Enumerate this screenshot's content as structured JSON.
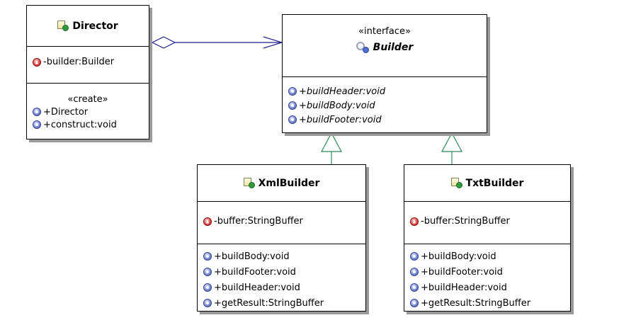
{
  "director": {
    "name": "Director",
    "attributes": [
      {
        "visibility": "private",
        "text": "-builder:Builder"
      }
    ],
    "stereotype": "«create»",
    "operations": [
      {
        "visibility": "public",
        "text": "+Director"
      },
      {
        "visibility": "public",
        "text": "+construct:void"
      }
    ]
  },
  "builder": {
    "stereotype": "«interface»",
    "name": "Builder",
    "operations": [
      {
        "visibility": "public",
        "text": "+buildHeader:void"
      },
      {
        "visibility": "public",
        "text": "+buildBody:void"
      },
      {
        "visibility": "public",
        "text": "+buildFooter:void"
      }
    ]
  },
  "xml_builder": {
    "name": "XmlBuilder",
    "attributes": [
      {
        "visibility": "private",
        "text": "-buffer:StringBuffer"
      }
    ],
    "operations": [
      {
        "visibility": "public",
        "text": "+buildBody:void"
      },
      {
        "visibility": "public",
        "text": "+buildFooter:void"
      },
      {
        "visibility": "public",
        "text": "+buildHeader:void"
      },
      {
        "visibility": "public",
        "text": "+getResult:StringBuffer"
      }
    ]
  },
  "txt_builder": {
    "name": "TxtBuilder",
    "attributes": [
      {
        "visibility": "private",
        "text": "-buffer:StringBuffer"
      }
    ],
    "operations": [
      {
        "visibility": "public",
        "text": "+buildBody:void"
      },
      {
        "visibility": "public",
        "text": "+buildFooter:void"
      },
      {
        "visibility": "public",
        "text": "+buildHeader:void"
      },
      {
        "visibility": "public",
        "text": "+getResult:StringBuffer"
      }
    ]
  },
  "colors": {
    "association": "#1f1f8f",
    "realization": "#2e8b57",
    "border": "#000000",
    "shadow": "#9a9a9a"
  }
}
